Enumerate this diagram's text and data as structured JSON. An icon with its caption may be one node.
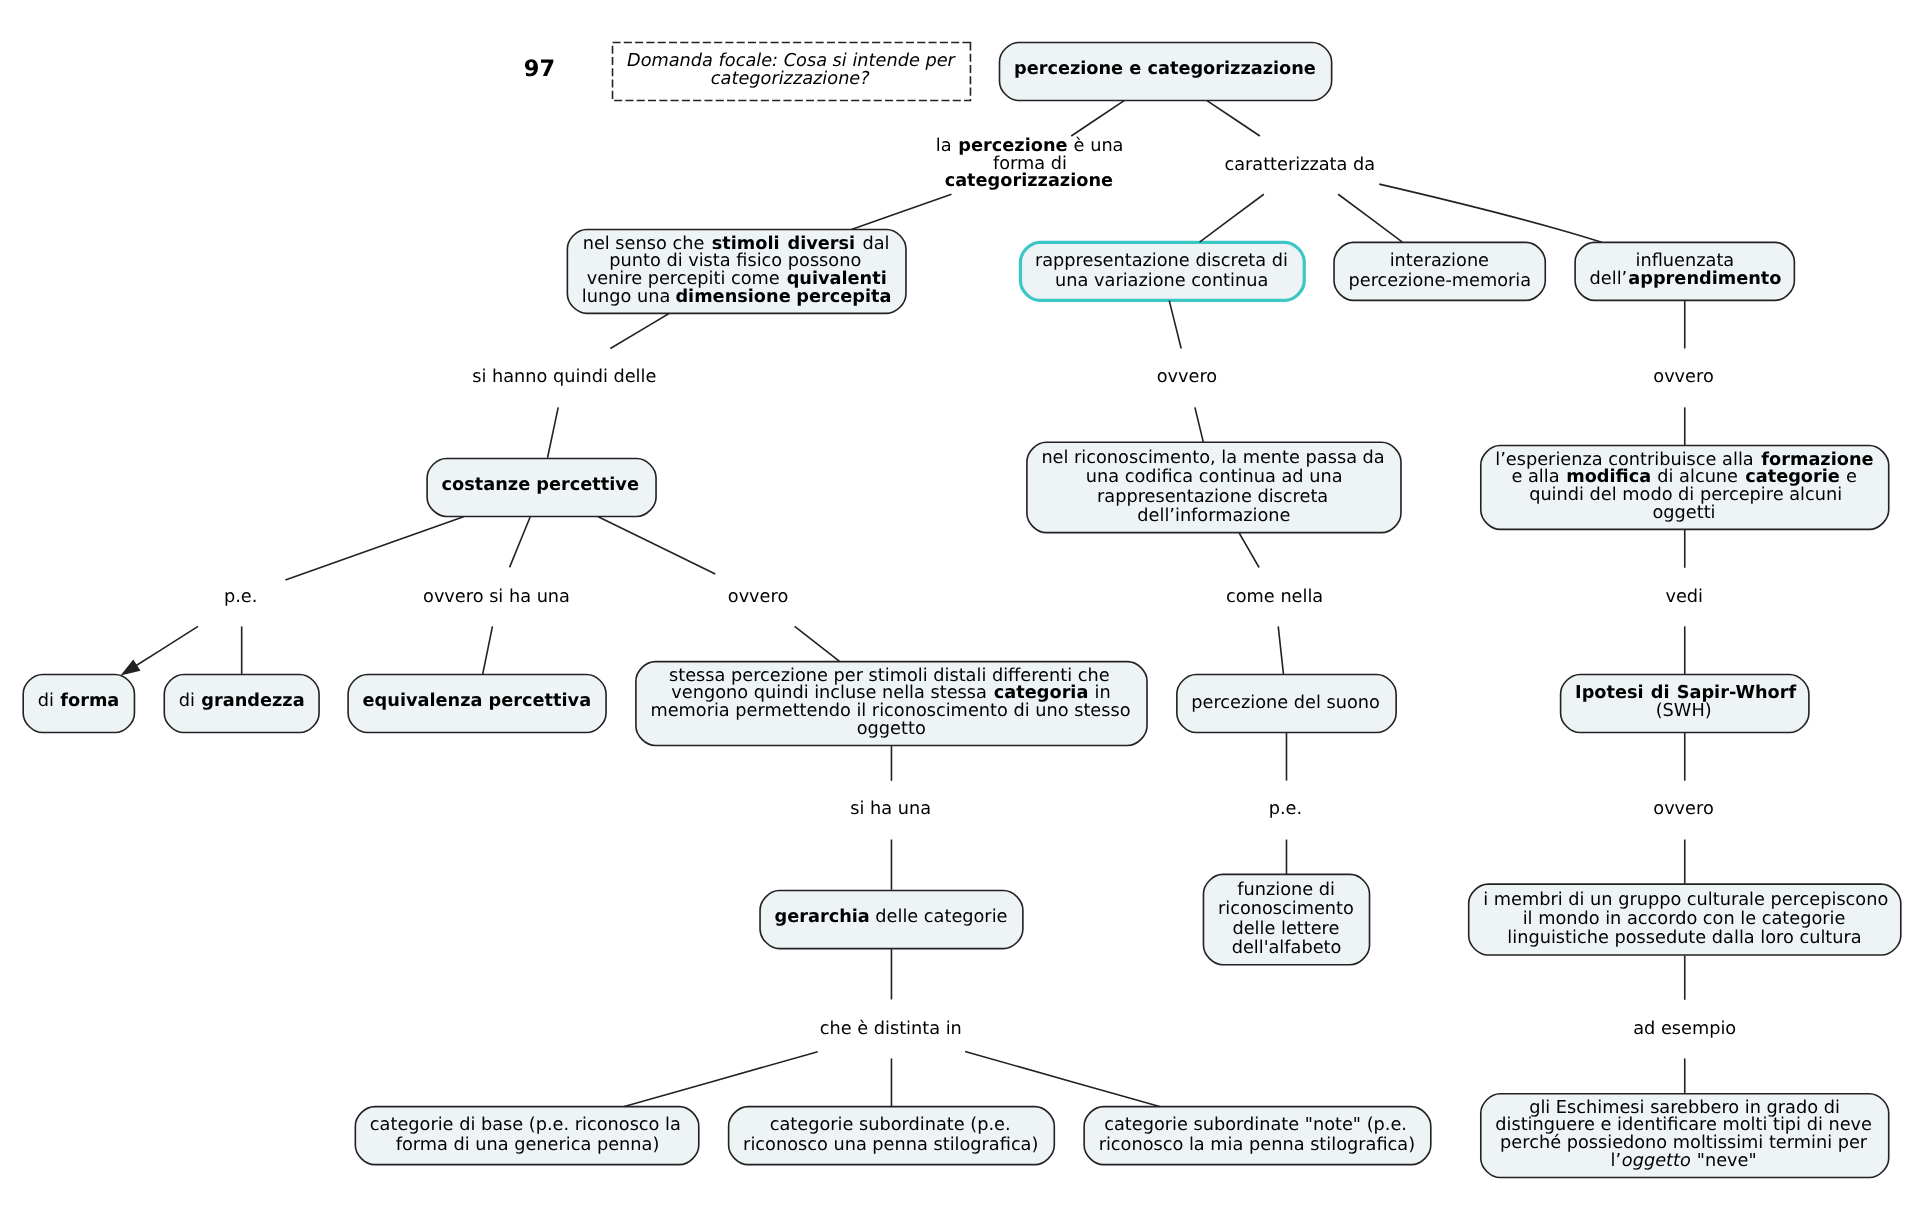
{
  "diagram": {
    "nodes": [
      {
        "text": [
          "Domanda focale: Cosa si intende per categorizzazione?"
        ]
      },
      {
        "text": [
          "percezione e categorizzazione"
        ]
      },
      {
        "text": [
          "la **percezione** è una forma di **categorizzazione**"
        ]
      },
      {
        "text": [
          "nel senso che **stimoli diversi** dal punto di vista fisico possono venire percepiti come **quivalenti** lungo una **dimensione percepita**"
        ]
      },
      {
        "text": [
          "si hanno quindi delle"
        ]
      },
      {
        "text": [
          "costanze percettive"
        ]
      },
      {
        "text": [
          "p.e."
        ]
      },
      {
        "text": [
          "di **forma**"
        ]
      },
      {
        "text": [
          "di **grandezza**"
        ]
      },
      {
        "text": [
          "ovvero si ha una"
        ]
      },
      {
        "text": [
          "equivalenza percettiva"
        ]
      },
      {
        "text": [
          "ovvero"
        ]
      },
      {
        "text": [
          "stessa percezione per stimoli distali differenti che vengono quindi incluse nella stessa **categoria** in memoria permettendo il riconoscimento di uno stesso oggetto"
        ]
      },
      {
        "text": [
          "si ha una"
        ]
      },
      {
        "text": [
          "**gerarchia** delle categorie"
        ]
      },
      {
        "text": [
          "che è distinta in"
        ]
      },
      {
        "text": [
          "categorie di base (p.e. riconosco la forma di una generica penna)"
        ]
      },
      {
        "text": [
          "categorie subordinate (p.e. riconosco una penna stilografica)"
        ]
      },
      {
        "text": [
          "categorie subordinate \"note\" (p.e. riconosco la mia penna stilografica)"
        ]
      },
      {
        "text": [
          "caratterizzata da"
        ]
      },
      {
        "text": [
          "rappresentazione discreta di una variazione continua"
        ]
      },
      {
        "text": [
          "interazione percezione-memoria"
        ]
      },
      {
        "text": [
          "influenzata dell’**apprendimento**"
        ]
      },
      {
        "text": [
          "ovvero"
        ]
      },
      {
        "text": [
          "nel riconoscimento, la mente passa da una codifica continua ad una rappresentazione discreta dell’informazione"
        ]
      },
      {
        "text": [
          "come nella"
        ]
      },
      {
        "text": [
          "percezione del suono"
        ]
      },
      {
        "text": [
          "p.e."
        ]
      },
      {
        "text": [
          "funzione di riconoscimento delle lettere dell'alfabeto"
        ]
      },
      {
        "text": [
          "ovvero"
        ]
      },
      {
        "text": [
          "l’esperienza contribuisce alla **formazione** e alla **modifica** di alcune **categorie** e quindi del modo di percepire alcuni oggetti"
        ]
      },
      {
        "text": [
          "vedi"
        ]
      },
      {
        "text": [
          "**Ipotesi di Sapir-Whorf** (SWH)"
        ]
      },
      {
        "text": [
          "ovvero"
        ]
      },
      {
        "text": [
          "i membri di un gruppo culturale percepiscono il mondo in accordo con le categorie linguistiche possedute dalla loro cultura"
        ]
      },
      {
        "text": [
          "ad esempio"
        ]
      },
      {
        "text": [
          "gli Eschimesi sarebbero in grado di distinguere e identificare molti tipi di neve perché possiedono moltissimi termini per l’*oggetto* \"neve\""
        ]
      }
    ],
    "edges": [
      {
        "from": 1,
        "to": 2,
        "arrow": "none"
      },
      {
        "from": 2,
        "to": 3,
        "arrow": "none"
      },
      {
        "from": 3,
        "to": 4,
        "arrow": "none"
      },
      {
        "from": 4,
        "to": 5,
        "arrow": "none"
      },
      {
        "from": 5,
        "to": 6,
        "arrow": "none"
      },
      {
        "from": 6,
        "to": 7,
        "arrow": "to"
      },
      {
        "from": 6,
        "to": 8,
        "arrow": "none"
      },
      {
        "from": 5,
        "to": 9,
        "arrow": "none"
      },
      {
        "from": 9,
        "to": 10,
        "arrow": "none"
      },
      {
        "from": 5,
        "to": 11,
        "arrow": "none"
      },
      {
        "from": 11,
        "to": 12,
        "arrow": "none"
      },
      {
        "from": 12,
        "to": 13,
        "arrow": "none"
      },
      {
        "from": 13,
        "to": 14,
        "arrow": "none"
      },
      {
        "from": 14,
        "to": 15,
        "arrow": "none"
      },
      {
        "from": 15,
        "to": 16,
        "arrow": "none"
      },
      {
        "from": 15,
        "to": 17,
        "arrow": "none"
      },
      {
        "from": 15,
        "to": 18,
        "arrow": "none"
      },
      {
        "from": 1,
        "to": 19,
        "arrow": "none"
      },
      {
        "from": 19,
        "to": 20,
        "arrow": "none"
      },
      {
        "from": 19,
        "to": 21,
        "arrow": "none"
      },
      {
        "from": 19,
        "to": 22,
        "arrow": "none"
      },
      {
        "from": 20,
        "to": 23,
        "arrow": "none"
      },
      {
        "from": 23,
        "to": 24,
        "arrow": "none"
      },
      {
        "from": 24,
        "to": 25,
        "arrow": "none"
      },
      {
        "from": 25,
        "to": 26,
        "arrow": "none"
      },
      {
        "from": 26,
        "to": 27,
        "arrow": "none"
      },
      {
        "from": 27,
        "to": 28,
        "arrow": "none"
      },
      {
        "from": 22,
        "to": 29,
        "arrow": "none"
      },
      {
        "from": 29,
        "to": 30,
        "arrow": "none"
      },
      {
        "from": 30,
        "to": 31,
        "arrow": "none"
      },
      {
        "from": 31,
        "to": 32,
        "arrow": "none"
      },
      {
        "from": 32,
        "to": 33,
        "arrow": "none"
      },
      {
        "from": 33,
        "to": 34,
        "arrow": "none"
      },
      {
        "from": 34,
        "to": 35,
        "arrow": "none"
      },
      {
        "from": 35,
        "to": 36,
        "arrow": "none"
      }
    ],
    "labels": [
      "97"
    ]
  }
}
